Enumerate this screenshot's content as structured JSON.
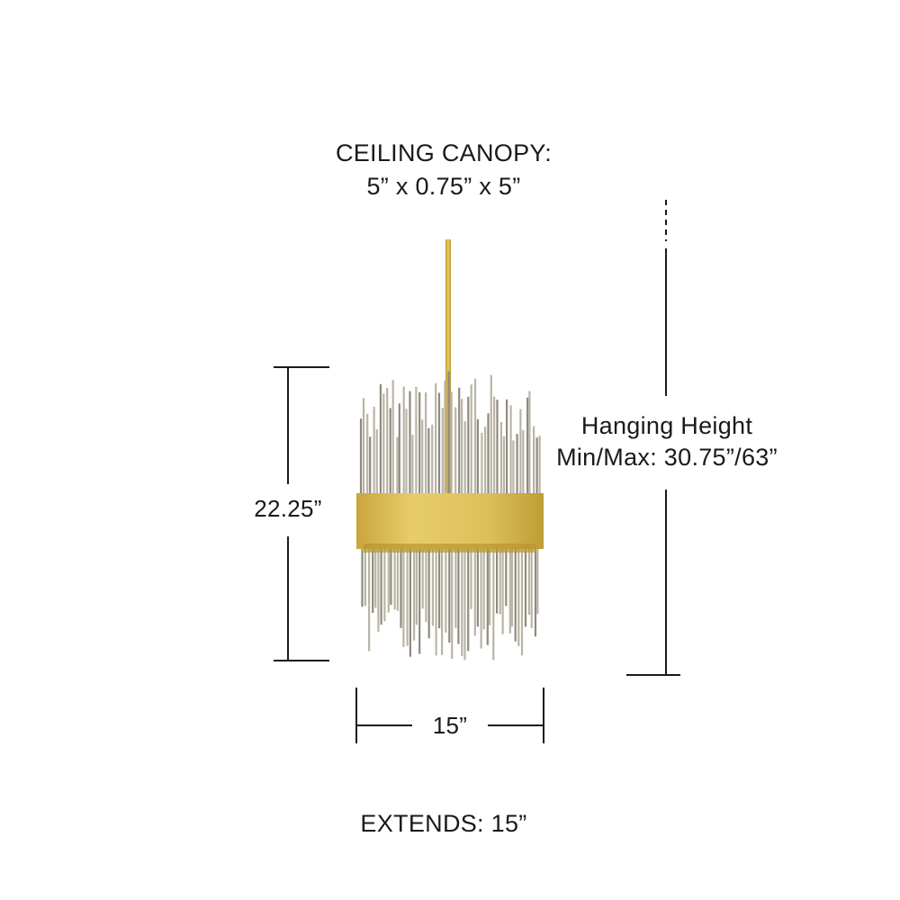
{
  "canopy": {
    "title": "CEILING CANOPY:",
    "dimensions": "5” x 0.75” x 5”"
  },
  "hanging_height": {
    "line1": "Hanging Height",
    "line2": "Min/Max: 30.75”/63”"
  },
  "fixture_height": "22.25”",
  "fixture_width": "15”",
  "extends": "EXTENDS: 15”",
  "colors": {
    "line": "#1a1a1a",
    "gold": "#d8b94a",
    "gold_dark": "#b8962e",
    "silver": "#b9b4a6",
    "silver_dark": "#8f8a7d"
  },
  "icons": {
    "fixture": "pendant-chandelier-icon"
  }
}
